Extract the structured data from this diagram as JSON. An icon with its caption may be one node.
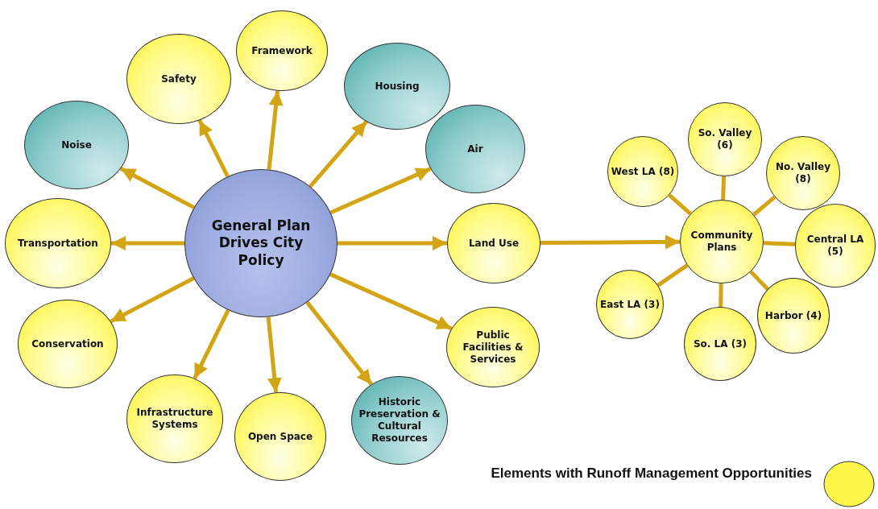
{
  "diagram": {
    "nodes": [
      {
        "text": [
          "General Plan Drives City Policy"
        ]
      },
      {
        "text": [
          "Framework"
        ]
      },
      {
        "text": [
          "Safety"
        ]
      },
      {
        "text": [
          "Housing"
        ]
      },
      {
        "text": [
          "Noise"
        ]
      },
      {
        "text": [
          "Air"
        ]
      },
      {
        "text": [
          "Transportation"
        ]
      },
      {
        "text": [
          "Land Use"
        ]
      },
      {
        "text": [
          "Conservation"
        ]
      },
      {
        "text": [
          "Public Facilities & Services"
        ]
      },
      {
        "text": [
          "Infrastructure Systems"
        ]
      },
      {
        "text": [
          "Open Space"
        ]
      },
      {
        "text": [
          "Historic Preservation & Cultural Resources"
        ]
      },
      {
        "text": [
          "West LA (8)"
        ]
      },
      {
        "text": [
          "So. Valley (6)"
        ]
      },
      {
        "text": [
          "No. Valley (8)"
        ]
      },
      {
        "text": [
          "Community Plans"
        ]
      },
      {
        "text": [
          "Central LA (5)"
        ]
      },
      {
        "text": [
          "East LA (3)"
        ]
      },
      {
        "text": [
          "Harbor (4)"
        ]
      },
      {
        "text": [
          "So. LA (3)"
        ]
      }
    ],
    "edges": [
      {
        "from": 0,
        "to": 1,
        "arrow": "to"
      },
      {
        "from": 0,
        "to": 2,
        "arrow": "to"
      },
      {
        "from": 0,
        "to": 3,
        "arrow": "to"
      },
      {
        "from": 0,
        "to": 4,
        "arrow": "to"
      },
      {
        "from": 0,
        "to": 5,
        "arrow": "to"
      },
      {
        "from": 0,
        "to": 6,
        "arrow": "to"
      },
      {
        "from": 0,
        "to": 7,
        "arrow": "to"
      },
      {
        "from": 0,
        "to": 8,
        "arrow": "to"
      },
      {
        "from": 0,
        "to": 9,
        "arrow": "to"
      },
      {
        "from": 0,
        "to": 10,
        "arrow": "to"
      },
      {
        "from": 0,
        "to": 11,
        "arrow": "to"
      },
      {
        "from": 0,
        "to": 12,
        "arrow": "to"
      },
      {
        "from": 7,
        "to": 16,
        "arrow": "to"
      },
      {
        "from": 16,
        "to": 13,
        "arrow": "none"
      },
      {
        "from": 16,
        "to": 14,
        "arrow": "none"
      },
      {
        "from": 16,
        "to": 15,
        "arrow": "none"
      },
      {
        "from": 16,
        "to": 17,
        "arrow": "none"
      },
      {
        "from": 16,
        "to": 18,
        "arrow": "none"
      },
      {
        "from": 16,
        "to": 19,
        "arrow": "none"
      },
      {
        "from": 16,
        "to": 20,
        "arrow": "none"
      }
    ],
    "legend": [
      {
        "text": "Elements with Runoff Management Opportunities",
        "color": "#fff64a"
      }
    ]
  }
}
